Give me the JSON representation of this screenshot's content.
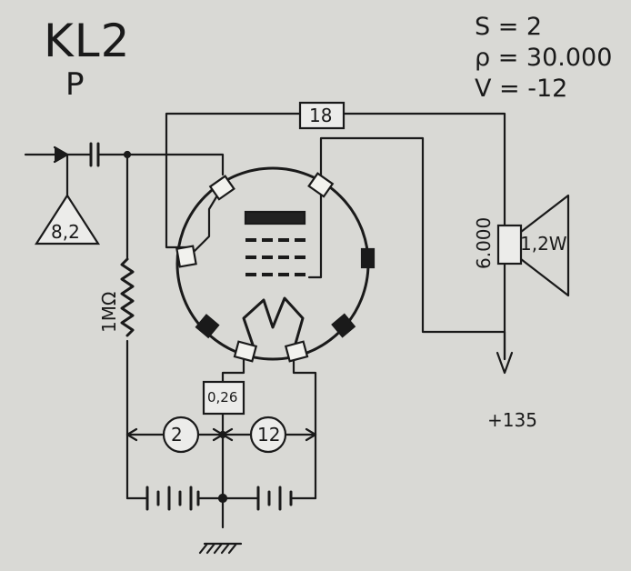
{
  "tube": {
    "name": "KL2",
    "type": "P"
  },
  "params": {
    "s": "S = 2",
    "rho": "ρ = 30.000",
    "v": "V = -12"
  },
  "components": {
    "input_level": "8,2",
    "grid_resistor": "1MΩ",
    "screen_voltage_box": "18",
    "heater_current_box": "0,26",
    "transformer": "6.000",
    "speaker": "1,2W",
    "battery_left": "2",
    "battery_right": "12",
    "anode_supply": "+135"
  }
}
